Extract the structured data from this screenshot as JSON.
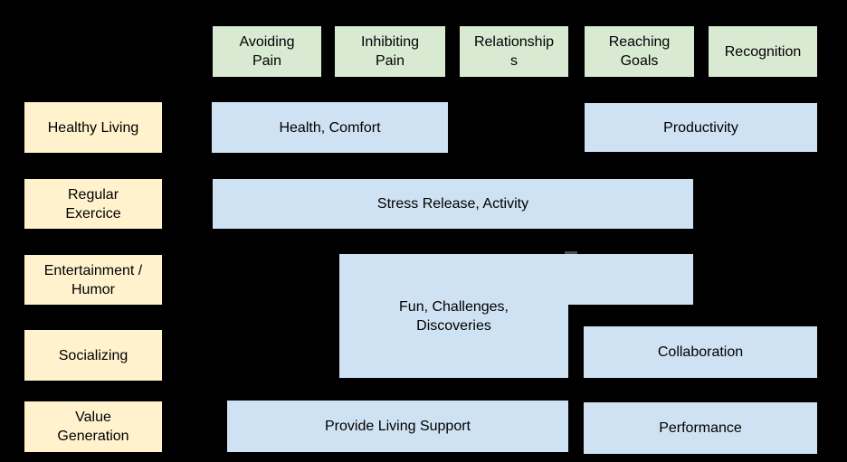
{
  "colors": {
    "background": "#000000",
    "column_fill": "#d9ead3",
    "row_fill": "#fff2cc",
    "value_fill": "#cfe2f3",
    "text": "#000000"
  },
  "columns": [
    {
      "label": "Avoiding Pain"
    },
    {
      "label": "Inhibiting Pain"
    },
    {
      "label": "Relationships"
    },
    {
      "label": "Reaching Goals"
    },
    {
      "label": "Recognition"
    }
  ],
  "rows": [
    {
      "label": "Healthy Living"
    },
    {
      "label": "Regular Exercice"
    },
    {
      "label": "Entertainment / Humor"
    },
    {
      "label": "Socializing"
    },
    {
      "label": "Value Generation"
    }
  ],
  "cells": {
    "health_comfort": {
      "label": "Health, Comfort"
    },
    "productivity": {
      "label": "Productivity"
    },
    "stress_release": {
      "label": "Stress Release, Activity"
    },
    "fun_challenges": {
      "label": "Fun, Challenges, Discoveries"
    },
    "collaboration": {
      "label": "Collaboration"
    },
    "living_support": {
      "label": "Provide Living Support"
    },
    "performance": {
      "label": "Performance"
    }
  }
}
